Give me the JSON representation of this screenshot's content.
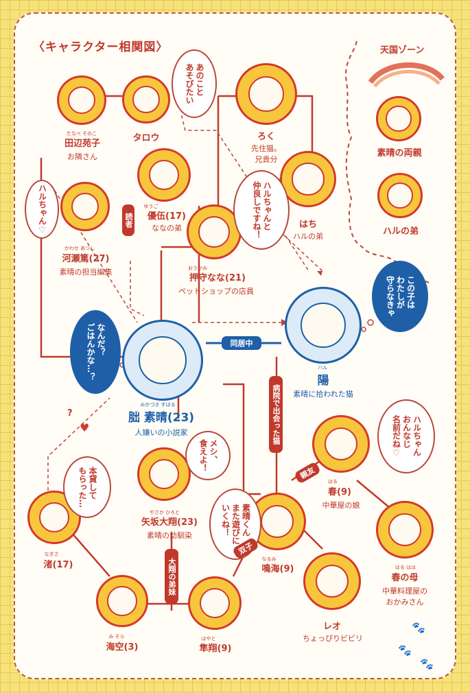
{
  "title": "〈キャラクター相関図〉",
  "tengoku": {
    "title": "天国ゾーン"
  },
  "characters": {
    "tanabe": {
      "ruby": "たなべ そのこ",
      "name": "田辺苑子",
      "desc": "お隣さん"
    },
    "taro": {
      "name": "タロウ"
    },
    "roku": {
      "name": "ろく",
      "desc": "先住猫。",
      "desc2": "兄貴分"
    },
    "yugo": {
      "ruby": "ゆうご",
      "name": "優伍(17)",
      "desc": "ななの弟"
    },
    "hachi": {
      "name": "はち",
      "desc": "ハルの弟"
    },
    "kawase": {
      "ruby": "かわせ あつし",
      "name": "河瀬篤(27)",
      "desc": "素晴の担当編集"
    },
    "nana": {
      "ruby": "おうかみ",
      "name": "押守なな(21)",
      "desc": "ペットショップの店員"
    },
    "parents": {
      "name": "素晴の両親"
    },
    "haru_brother": {
      "name": "ハルの弟"
    },
    "haru": {
      "ruby": "ハル",
      "name": "陽",
      "desc": "素晴に拾われた猫"
    },
    "subaru": {
      "ruby": "みかづき すばる",
      "name": "朏 素晴(23)",
      "desc": "人嫌いの小説家"
    },
    "yasaka": {
      "ruby": "やさか ひろと",
      "name": "矢坂大翔(23)",
      "desc": "素晴の幼馴染"
    },
    "haru_girl": {
      "ruby": "はる",
      "name": "春(9)",
      "desc": "中華屋の娘"
    },
    "haru_mother": {
      "ruby": "はる はは",
      "name": "春の母",
      "desc": "中華料理屋の",
      "desc2": "おかみさん"
    },
    "nagisa": {
      "ruby": "なぎさ",
      "name": "渚(17)"
    },
    "narumi": {
      "ruby": "なるみ",
      "name": "鳴海(9)"
    },
    "leo": {
      "name": "レオ",
      "desc": "ちょっぴりビビリ"
    },
    "misora": {
      "ruby": "み そら",
      "name": "海空(3)"
    },
    "hayato": {
      "ruby": "はやと",
      "name": "隼翔(9)"
    }
  },
  "bubbles": {
    "taro": "あのこと\nあそびたい",
    "nana": "ハルちゃんと\n仲良しですね！",
    "kawase": "ハルちゃん♡",
    "haru": "この子は\nわたしが\n守らなきゃ",
    "subaru": "なんだ？\nごはんかな…？",
    "haru_girl": "ハルちゃん\nおんなじ\n名前だね♡",
    "yasaka": "メシ、\n食えよ！",
    "nagisa": "本貸して\nもらった…",
    "narumi": "素晴くん\nまた遊びに\nいくね！"
  },
  "relations": {
    "dokusha": "読者",
    "docho": "同居中",
    "byoin": "病院で出会った猫",
    "shinyu": "親友",
    "futago": "双子",
    "kyodai": "大翔の弟妹"
  },
  "marks": {
    "question": "?",
    "heart": "♥"
  },
  "colors": {
    "red": "#c0392b",
    "blue": "#1e5fa8",
    "yellow": "#f7c63d"
  }
}
